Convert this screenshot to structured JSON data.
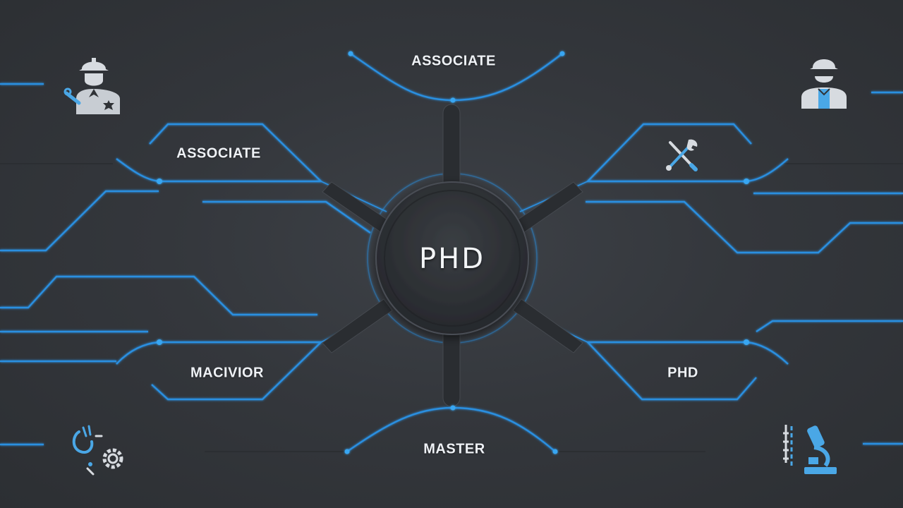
{
  "hub": {
    "label": "PHD"
  },
  "nodes": {
    "top": "ASSOCIATE",
    "upper_left": "ASSOCIATE",
    "lower_left": "MACIVIOR",
    "lower_right": "PHD",
    "bottom": "MASTER"
  },
  "icons": {
    "top_left": "construction-worker-icon",
    "top_right": "engineer-icon",
    "upper_right": "tools-icon",
    "bottom_left": "gears-icon",
    "bottom_right": "microscope-icon"
  },
  "colors": {
    "background": "#35383d",
    "line_blue": "#2a8fe0",
    "icon_gray": "#cfd4da",
    "icon_blue": "#4aa7e6",
    "hub": "#2f3236"
  }
}
